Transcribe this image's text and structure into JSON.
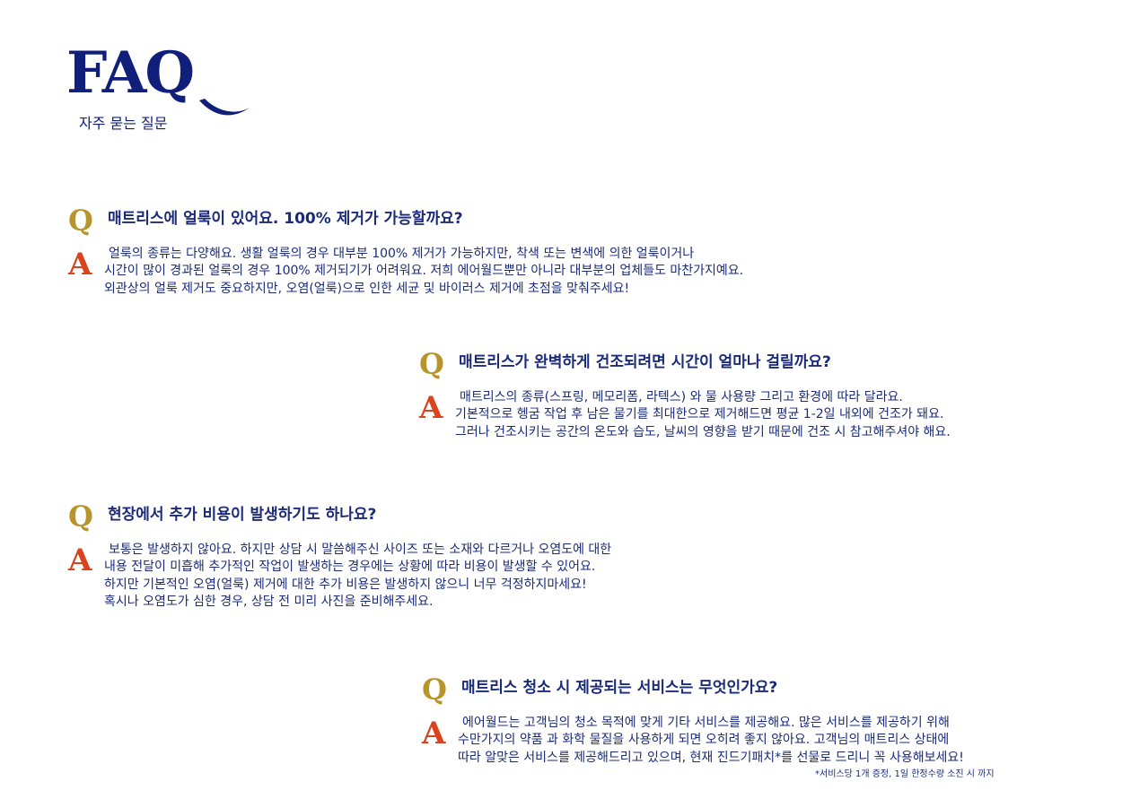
{
  "logo": {
    "title": "FAQ",
    "subtitle": "자주 묻는 질문"
  },
  "colors": {
    "navy": "#1b2b7a",
    "gold": "#b8952c",
    "red": "#d9431e"
  },
  "labels": {
    "q": "Q",
    "a": "A"
  },
  "faqs": [
    {
      "question": "매트리스에 얼룩이 있어요. 100% 제거가 가능할까요?",
      "answer": [
        "얼룩의 종류는 다양해요. 생활 얼룩의 경우 대부분 100% 제거가 가능하지만, 착색 또는 변색에 의한 얼룩이거나",
        "시간이 많이 경과된 얼룩의 경우 100% 제거되기가 어려워요. 저희 에어월드뿐만 아니라 대부분의 업체들도 마찬가지예요.",
        "외관상의 얼룩 제거도 중요하지만, 오염(얼룩)으로 인한 세균 및 바이러스 제거에 초점을 맞춰주세요!"
      ]
    },
    {
      "question": "매트리스가 완벽하게 건조되려면 시간이 얼마나 걸릴까요?",
      "answer": [
        "매트리스의 종류(스프링, 메모리폼, 라텍스) 와 물 사용량 그리고 환경에 따라 달라요.",
        "기본적으로 헹굼 작업 후 남은 물기를 최대한으로 제거해드면 평균 1-2일 내외에 건조가 돼요.",
        "그러나 건조시키는 공간의 온도와 습도, 날씨의 영향을 받기 때문에 건조 시 참고해주셔야 해요."
      ]
    },
    {
      "question": "현장에서 추가 비용이 발생하기도 하나요?",
      "answer": [
        "보통은 발생하지 않아요. 하지만 상담 시 말씀해주신 사이즈 또는 소재와 다르거나 오염도에 대한",
        "내용 전달이 미흡해 추가적인 작업이 발생하는 경우에는 상황에 따라 비용이 발생할 수 있어요.",
        "하지만 기본적인 오염(얼룩) 제거에 대한 추가 비용은 발생하지 않으니 너무 걱정하지마세요!",
        "혹시나 오염도가 심한 경우, 상담 전 미리 사진을 준비해주세요."
      ]
    },
    {
      "question": "매트리스 청소 시 제공되는 서비스는 무엇인가요?",
      "answer": [
        "에어월드는 고객님의 청소 목적에 맞게 기타 서비스를 제공해요. 많은 서비스를 제공하기 위해",
        "수만가지의 약품 과 화학 물질을 사용하게 되면 오히려 좋지 않아요. 고객님의 매트리스 상태에",
        "따라 알맞은 서비스를 제공해드리고 있으며, 현재 진드기패치*를 선물로 드리니 꼭 사용해보세요!"
      ]
    }
  ],
  "footnote": "*서비스당 1개 증정, 1일 한정수량 소진 시 까지"
}
